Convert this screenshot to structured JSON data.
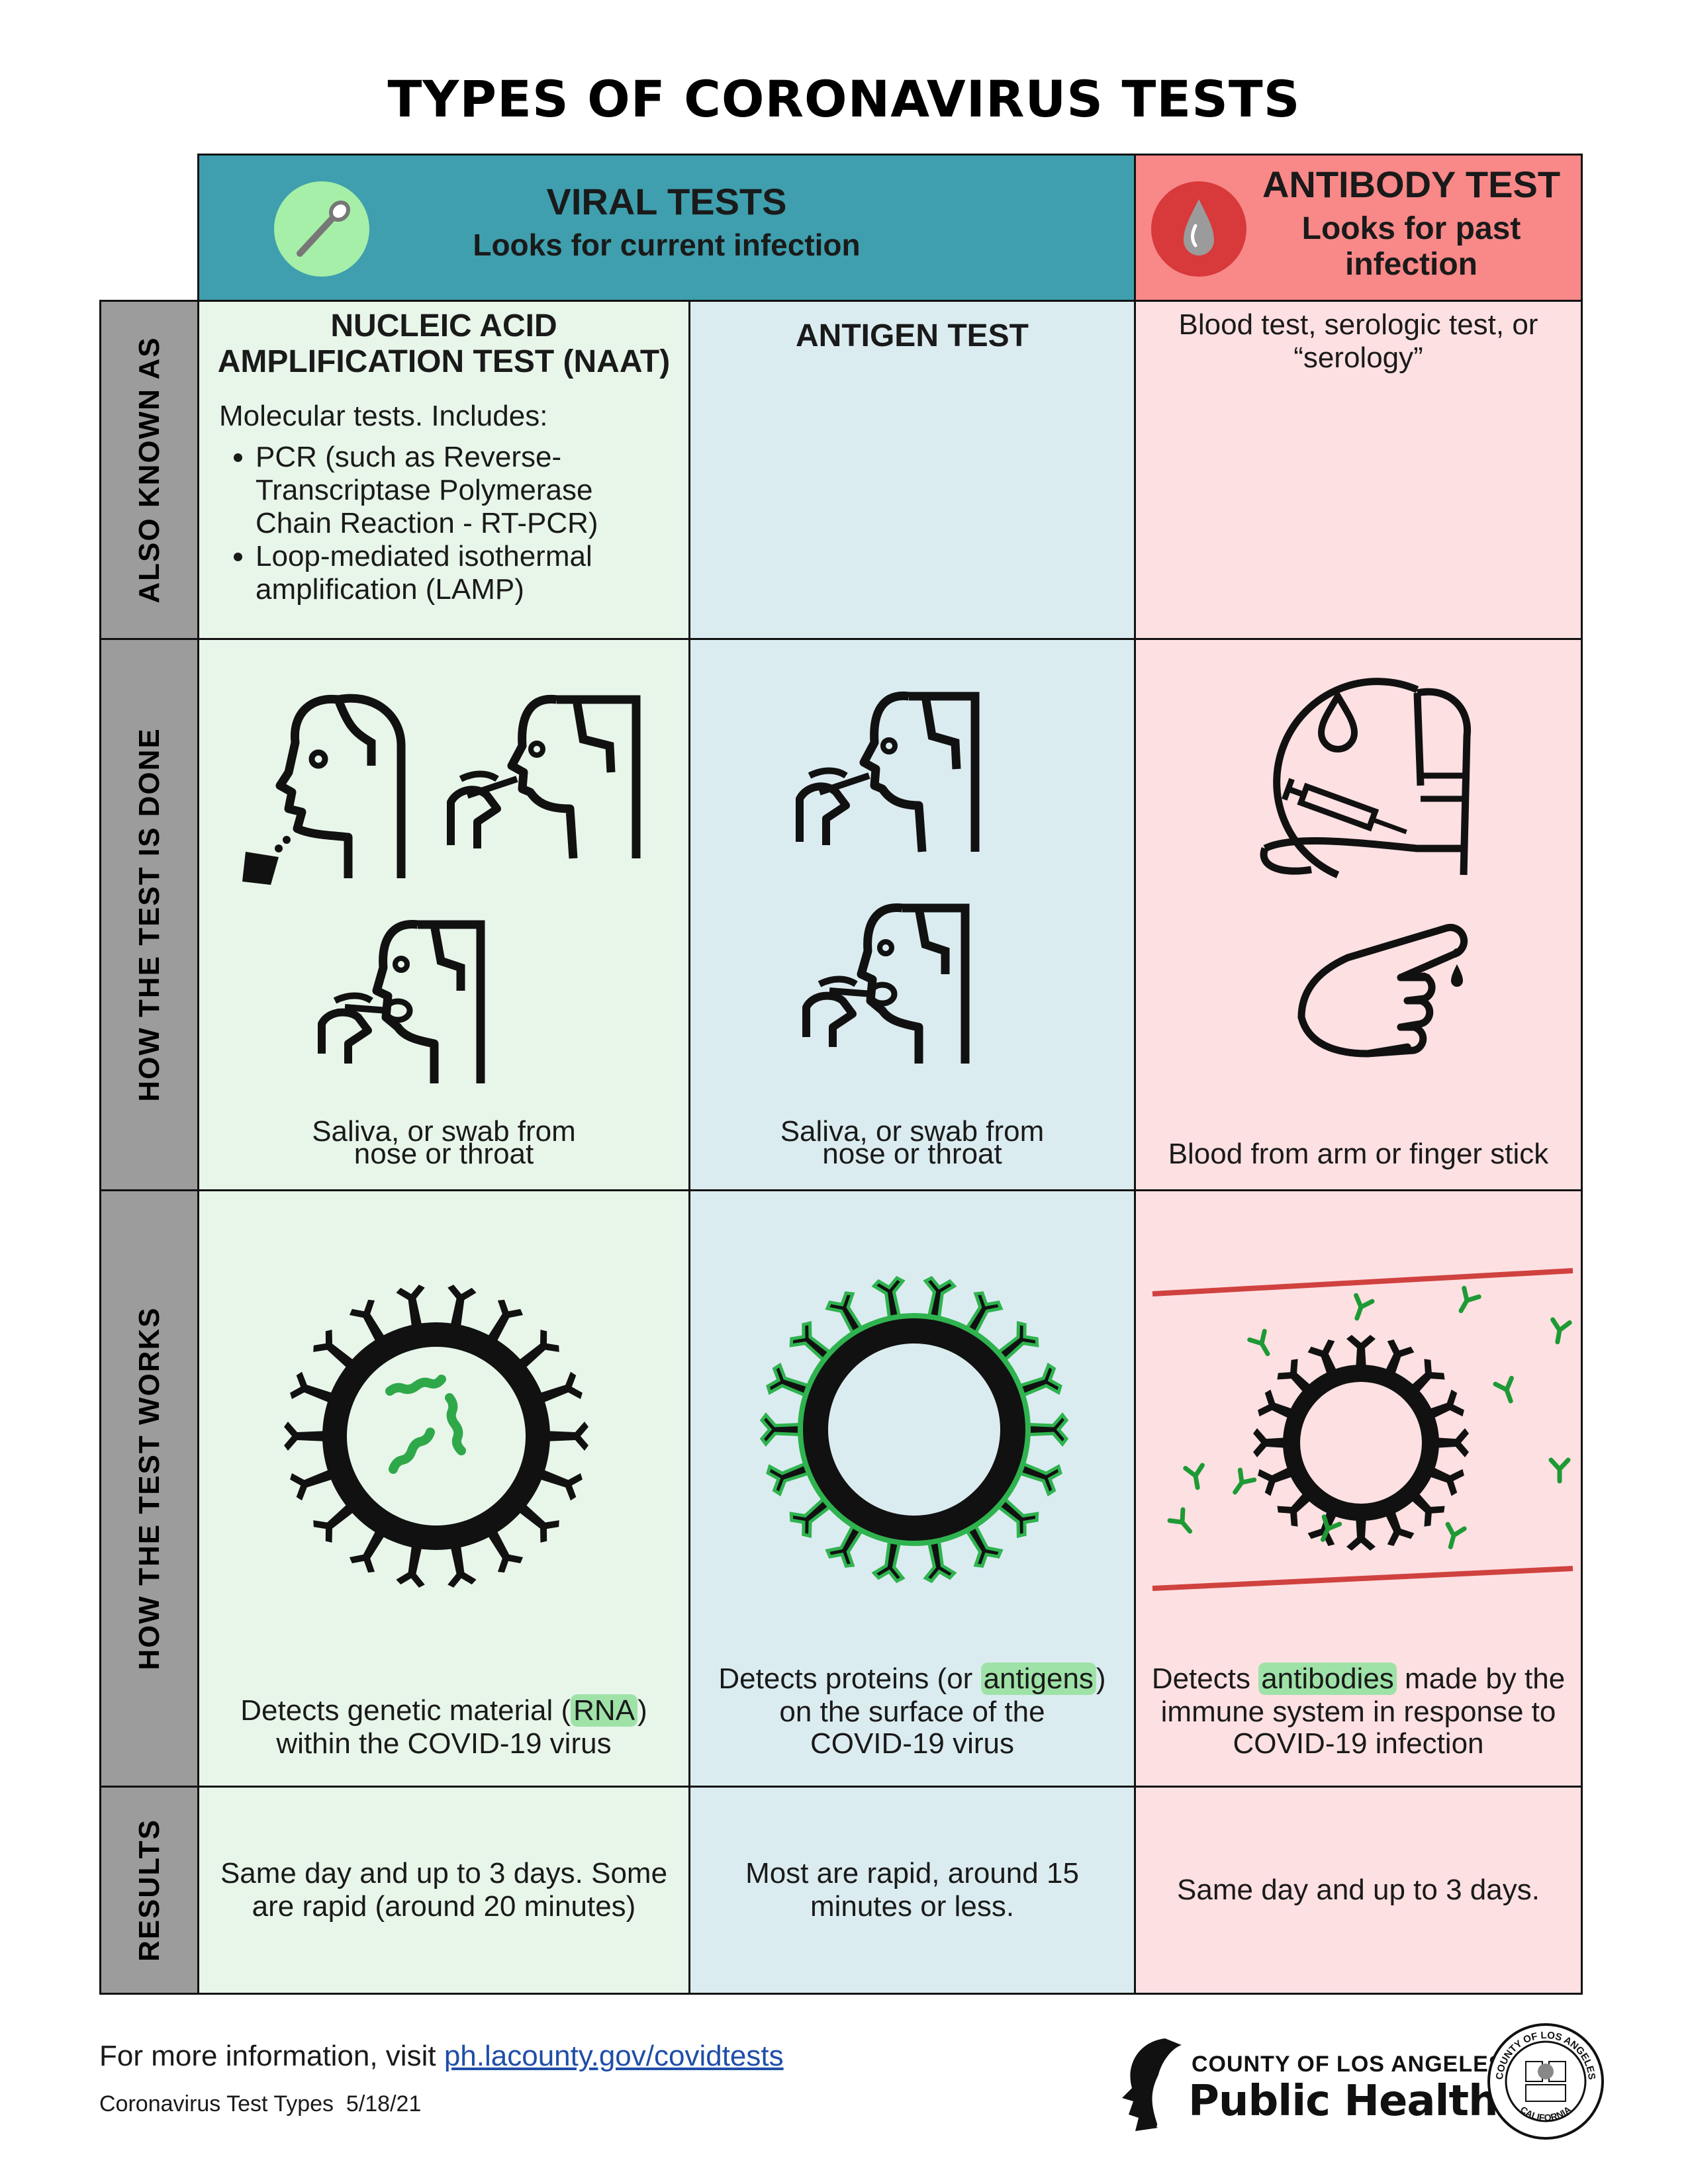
{
  "title": "TYPES OF CORONAVIRUS TESTS",
  "colors": {
    "viral_header": "#3f9fae",
    "antibody_header": "#f98888",
    "green_bg": "#e8f6ea",
    "blue_bg": "#dbecf0",
    "pink_bg": "#fde0e2",
    "side_bg": "#9c9c9c",
    "accent_green": "#1e9a35",
    "blood_red": "#d0423f"
  },
  "header": {
    "viral": {
      "title": "VIRAL TESTS",
      "subtitle": "Looks for current infection",
      "icon": "swab-icon"
    },
    "antibody": {
      "title": "ANTIBODY TEST",
      "subtitle_line1": "Looks for past",
      "subtitle_line2": "infection",
      "icon": "blood-drop-icon"
    }
  },
  "rows": {
    "also_known_as": "ALSO KNOWN AS",
    "how_done": "HOW THE TEST IS DONE",
    "how_works": "HOW THE TEST WORKS",
    "results": "RESULTS"
  },
  "naat": {
    "title_line1": "NUCLEIC ACID",
    "title_line2": "AMPLIFICATION TEST (NAAT)",
    "intro": "Molecular tests. Includes:",
    "bullets": [
      {
        "l1": "PCR (such as Reverse-",
        "l2": "Transcriptase Polymerase",
        "l3": "Chain Reaction - RT-PCR)"
      },
      {
        "l1": "Loop-mediated isothermal",
        "l2": "amplification (LAMP)"
      }
    ],
    "sample_line1": "Saliva, or swab from",
    "sample_line2": "nose or throat",
    "works_pre": "Detects genetic material (",
    "works_hl": "RNA",
    "works_post": ")",
    "works_line2": "within the COVID-19 virus",
    "results_line1": "Same day and up to 3 days. Some",
    "results_line2": "are rapid (around 20 minutes)"
  },
  "antigen": {
    "title": "ANTIGEN TEST",
    "sample_line1": "Saliva, or swab from",
    "sample_line2": "nose or throat",
    "works_pre": "Detects proteins (or ",
    "works_hl": "antigens",
    "works_post": ")",
    "works_line2": "on the surface of the",
    "works_line3": "COVID-19 virus",
    "results_line1": "Most are rapid, around 15",
    "results_line2": "minutes or less."
  },
  "antibody": {
    "aka_line1": "Blood test, serologic test, or",
    "aka_line2": "“serology”",
    "sample": "Blood from arm or finger stick",
    "works_pre": "Detects ",
    "works_hl": "antibodies",
    "works_post": " made by the",
    "works_line2": "immune system in response to",
    "works_line3": "COVID-19 infection",
    "results": "Same day and up to 3 days."
  },
  "footer": {
    "info_prefix": "For more information, visit ",
    "link": "ph.lacounty.gov/covidtests",
    "doc_id": "Coronavirus Test Types  5/18/21",
    "org_line1": "COUNTY OF LOS ANGELES",
    "org_line2": "Public Health",
    "seal_top": "COUNTY OF LOS ANGELES",
    "seal_bottom": "CALIFORNIA"
  }
}
